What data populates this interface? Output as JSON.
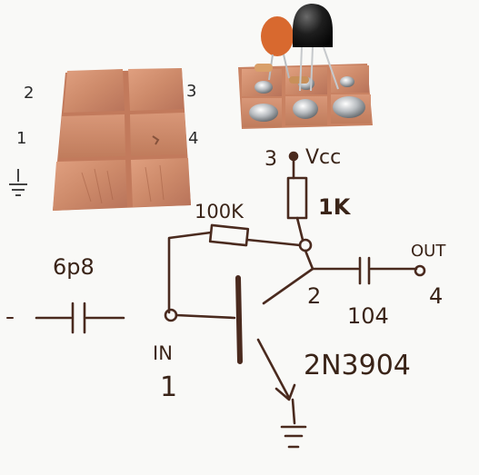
{
  "pad_labels": {
    "p2": "2",
    "p3": "3",
    "p1": "1",
    "p4": "4"
  },
  "schematic": {
    "vcc_pin": "3",
    "vcc_label": "Vcc",
    "r_collector": "1K",
    "r_bias": "100K",
    "c_in": "6p8",
    "c_out": "104",
    "out_label": "OUT",
    "out_pin": "4",
    "collector_pin": "2",
    "in_label": "IN",
    "in_pin": "1",
    "transistor": "2N3904"
  }
}
